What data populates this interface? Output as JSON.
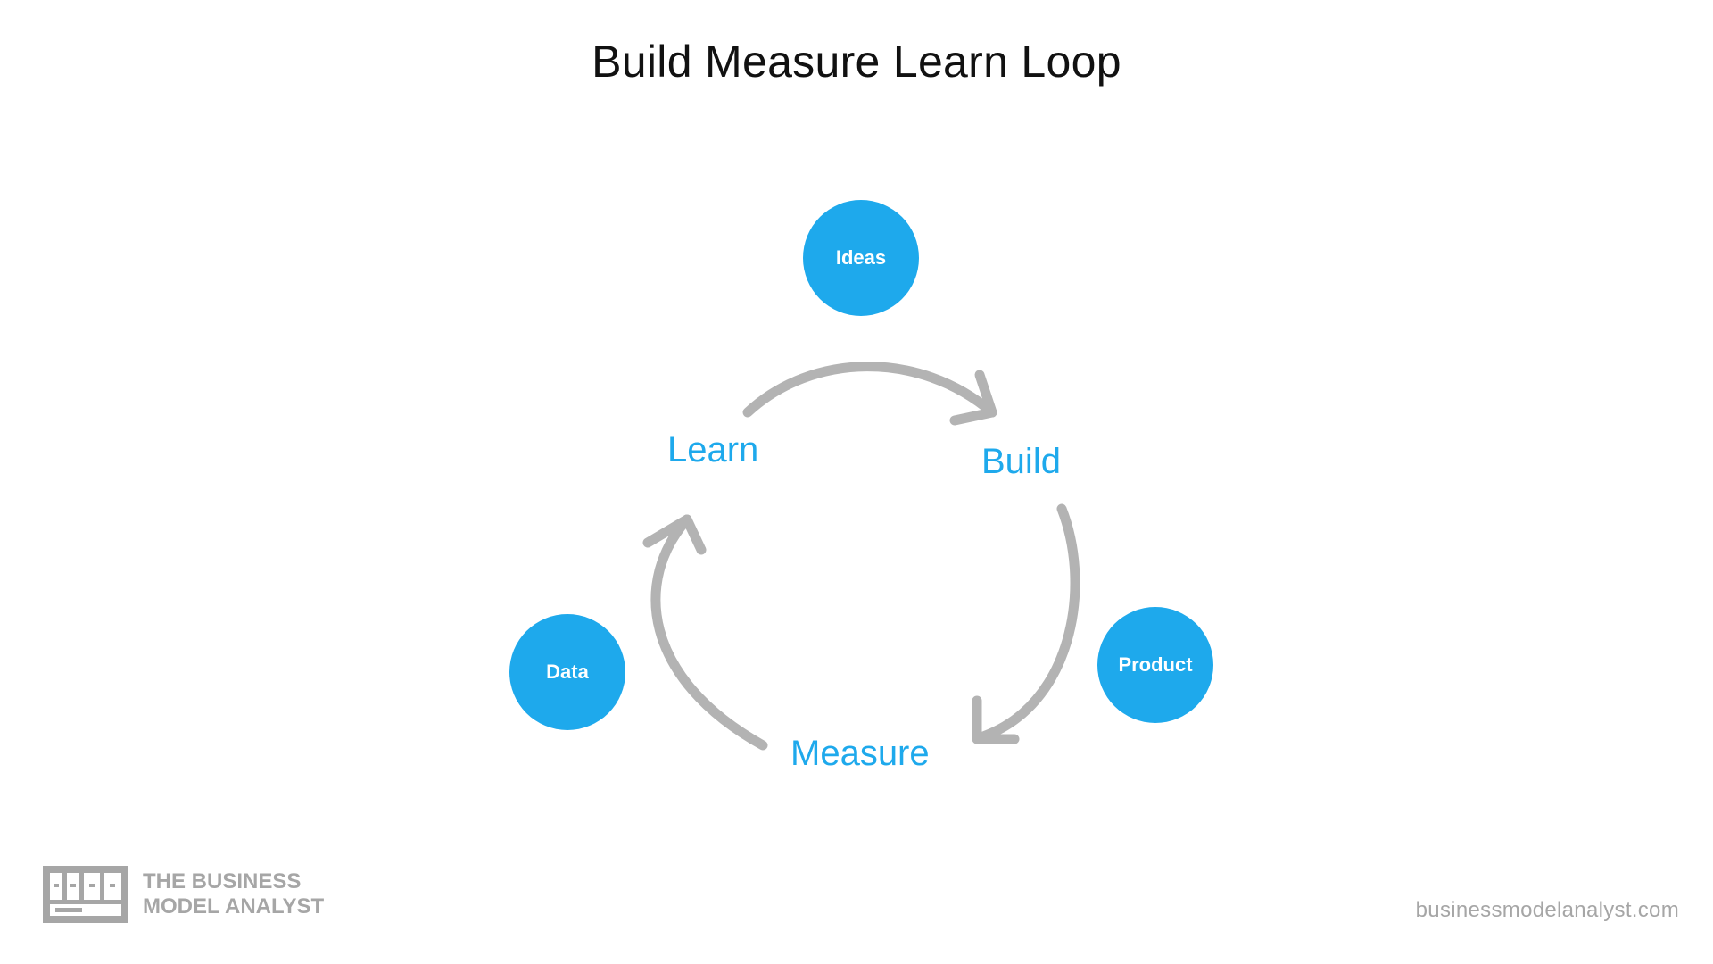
{
  "title": "Build Measure Learn Loop",
  "nodes": {
    "ideas": "Ideas",
    "product": "Product",
    "data": "Data"
  },
  "stages": {
    "learn": "Learn",
    "build": "Build",
    "measure": "Measure"
  },
  "branding": {
    "logo_line1": "THE BUSINESS",
    "logo_line2": "MODEL ANALYST",
    "url": "businessmodelanalyst.com"
  },
  "colors": {
    "accent": "#1ea9ec",
    "arrow": "#b3b3b3",
    "brand_gray": "#a6a6a6",
    "title": "#111111"
  }
}
